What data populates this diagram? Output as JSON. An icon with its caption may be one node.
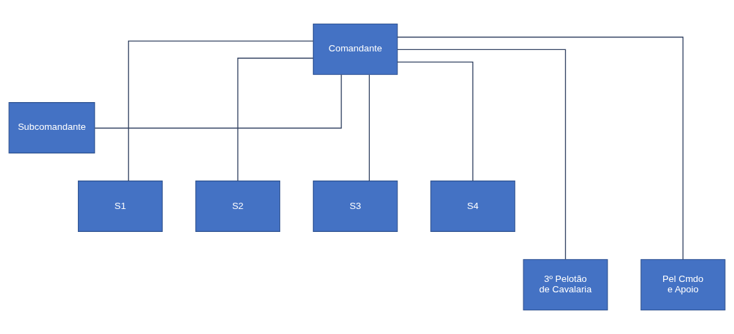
{
  "diagram": {
    "nodes": [
      {
        "text": [
          "Comandante"
        ]
      },
      {
        "text": [
          "Subcomandante"
        ]
      },
      {
        "text": [
          "S1"
        ]
      },
      {
        "text": [
          "S2"
        ]
      },
      {
        "text": [
          "S3"
        ]
      },
      {
        "text": [
          "S4"
        ]
      },
      {
        "text": [
          "3º Pelotão de Cavalaria"
        ]
      },
      {
        "text": [
          "Pel Cmdo e Apoio"
        ]
      }
    ],
    "edges": [
      {
        "from": 0,
        "to": 1,
        "arrow": "none"
      },
      {
        "from": 0,
        "to": 2,
        "arrow": "none"
      },
      {
        "from": 0,
        "to": 3,
        "arrow": "none"
      },
      {
        "from": 0,
        "to": 4,
        "arrow": "none"
      },
      {
        "from": 0,
        "to": 5,
        "arrow": "none"
      },
      {
        "from": 0,
        "to": 6,
        "arrow": "none"
      },
      {
        "from": 0,
        "to": 7,
        "arrow": "none"
      }
    ]
  }
}
